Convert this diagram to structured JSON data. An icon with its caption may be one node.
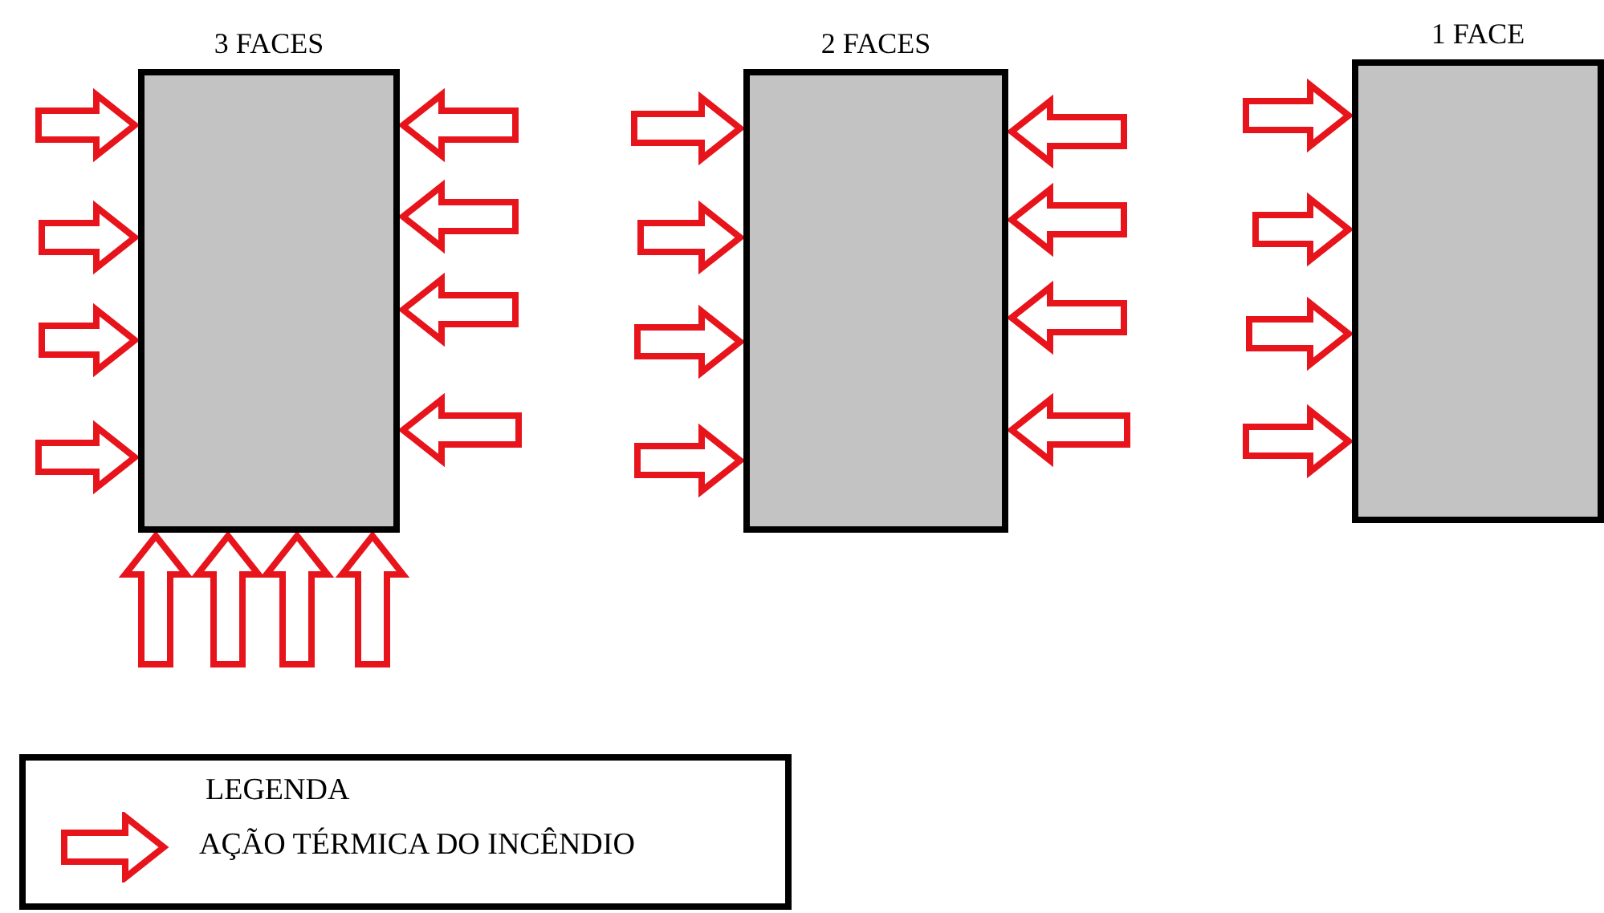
{
  "diagram": {
    "nodes": [
      {
        "text": [
          "3 FACES"
        ]
      },
      {
        "text": [
          "2 FACES"
        ]
      },
      {
        "text": [
          "1 FACE"
        ]
      }
    ],
    "edges": [
      {
        "from": null,
        "to": 0,
        "arrow": "to"
      },
      {
        "from": null,
        "to": 0,
        "arrow": "to"
      },
      {
        "from": null,
        "to": 0,
        "arrow": "to"
      },
      {
        "from": null,
        "to": 0,
        "arrow": "to"
      },
      {
        "from": null,
        "to": 0,
        "arrow": "to"
      },
      {
        "from": null,
        "to": 0,
        "arrow": "to"
      },
      {
        "from": null,
        "to": 0,
        "arrow": "to"
      },
      {
        "from": null,
        "to": 0,
        "arrow": "to"
      },
      {
        "from": null,
        "to": 0,
        "arrow": "to"
      },
      {
        "from": null,
        "to": 0,
        "arrow": "to"
      },
      {
        "from": null,
        "to": 0,
        "arrow": "to"
      },
      {
        "from": null,
        "to": 0,
        "arrow": "to"
      },
      {
        "from": null,
        "to": 1,
        "arrow": "to"
      },
      {
        "from": null,
        "to": 1,
        "arrow": "to"
      },
      {
        "from": null,
        "to": 1,
        "arrow": "to"
      },
      {
        "from": null,
        "to": 1,
        "arrow": "to"
      },
      {
        "from": null,
        "to": 1,
        "arrow": "to"
      },
      {
        "from": null,
        "to": 1,
        "arrow": "to"
      },
      {
        "from": null,
        "to": 1,
        "arrow": "to"
      },
      {
        "from": null,
        "to": 1,
        "arrow": "to"
      },
      {
        "from": null,
        "to": 2,
        "arrow": "to"
      },
      {
        "from": null,
        "to": 2,
        "arrow": "to"
      },
      {
        "from": null,
        "to": 2,
        "arrow": "to"
      },
      {
        "from": null,
        "to": 2,
        "arrow": "to"
      }
    ],
    "labels": [
      "LEGENDA"
    ],
    "legend": [
      {
        "text": "AÇÃO TÉRMICA DO INCÊNDIO"
      }
    ]
  }
}
